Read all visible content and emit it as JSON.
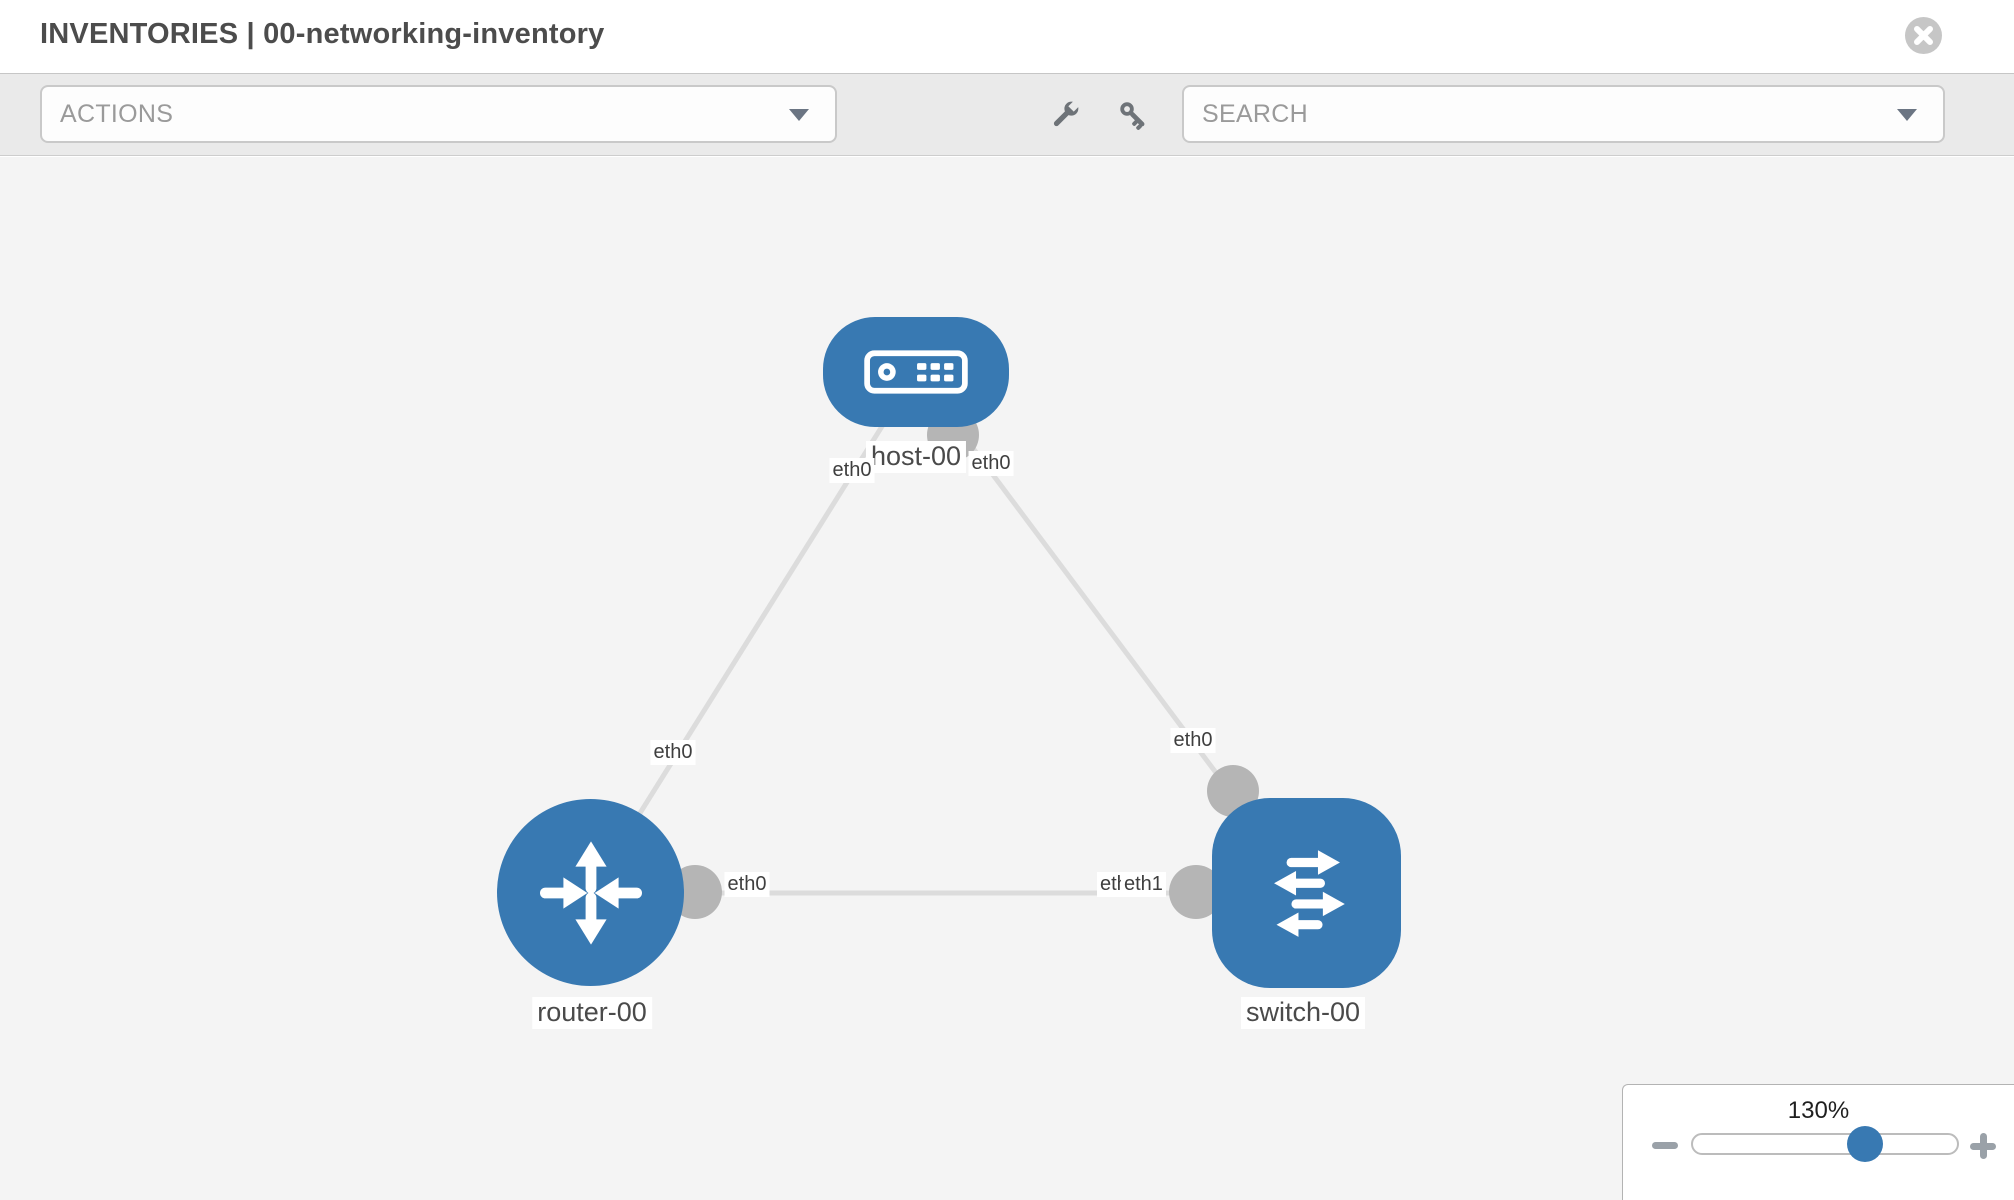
{
  "header": {
    "title": "INVENTORIES | 00-networking-inventory"
  },
  "toolbar": {
    "actions_label": "ACTIONS",
    "search_label": "SEARCH"
  },
  "topology": {
    "nodes": [
      {
        "id": "host-00",
        "type": "host",
        "label": "host-00"
      },
      {
        "id": "router-00",
        "type": "router",
        "label": "router-00"
      },
      {
        "id": "switch-00",
        "type": "switch",
        "label": "switch-00"
      }
    ],
    "links": [
      {
        "from": "host-00",
        "to": "router-00",
        "from_iface": "eth0",
        "to_iface": "eth0"
      },
      {
        "from": "host-00",
        "to": "switch-00",
        "from_iface": "eth0",
        "to_iface": "eth0"
      },
      {
        "from": "router-00",
        "to": "switch-00",
        "from_iface": "eth0",
        "to_iface": "eth1"
      }
    ],
    "iface_labels": [
      "eth0",
      "eth0",
      "eth0",
      "eth0",
      "eth0",
      "eth0",
      "eth1"
    ]
  },
  "zoom_control": {
    "value": "130%"
  },
  "icons": {
    "close": "close-icon",
    "configure": "wrench-icon",
    "credentials": "key-icon",
    "dropdown": "chevron-down-icon",
    "zoom_out": "minus-icon",
    "zoom_in": "plus-icon",
    "host_node": "server-icon",
    "router_node": "router-arrows-icon",
    "switch_node": "switch-arrows-icon"
  },
  "colors": {
    "node_blue": "#3879b2",
    "link_gray": "#dcdcdc",
    "interface_dot_gray": "#b5b5b5",
    "canvas_bg": "#f4f4f4",
    "toolbar_bg": "#eaeaea",
    "muted_text": "#9a9a9a",
    "title_text": "#4c4c4c",
    "slider_handle": "#3879b2"
  }
}
